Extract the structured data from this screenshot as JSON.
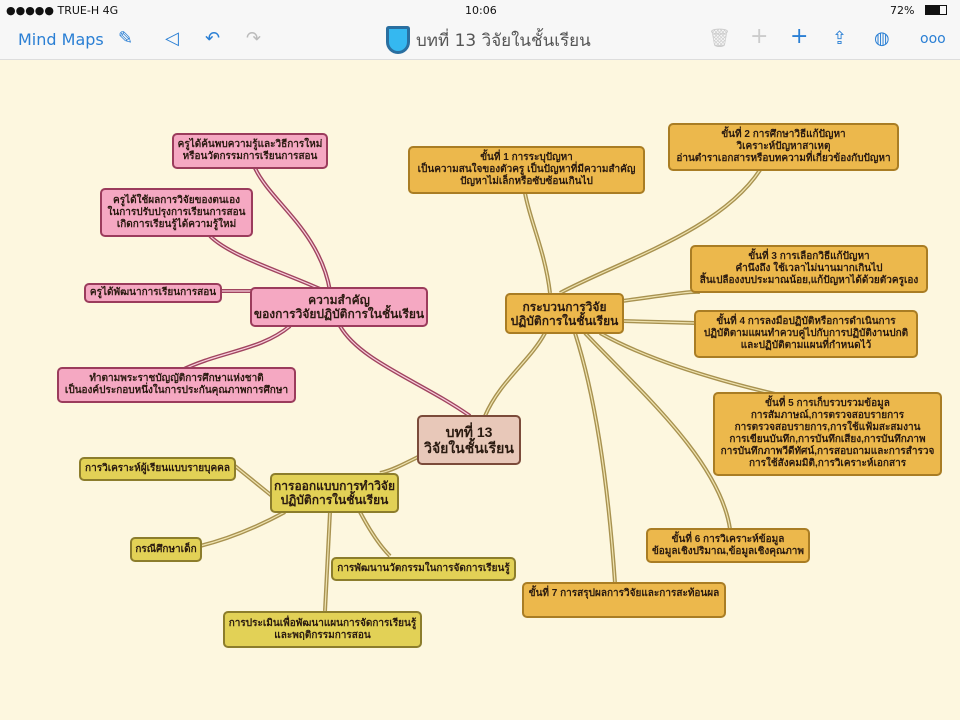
{
  "status": {
    "carrier": "●●●●● TRUE-H  4G",
    "time": "10:06",
    "battery": "72%"
  },
  "toolbar": {
    "back": "Mind Maps",
    "title": "บทที่ 13 วิจัยในชั้นเรียน",
    "icons": [
      "edit-icon",
      "back-triangle-icon",
      "undo-icon",
      "redo-icon",
      "trash-icon",
      "plus-icon",
      "add-child-icon",
      "share-icon",
      "palette-icon",
      "more-icon"
    ]
  },
  "map": {
    "root": [
      "บทที่ 13",
      "วิจัยในชั้นเรียน"
    ],
    "importance": {
      "title": [
        "ความสำคัญ",
        "ของการวิจัยปฏิบัติการในชั้นเรียน"
      ],
      "children": [
        [
          "ครูได้ค้นพบความรู้และวิธีการใหม่",
          "หรือนวัตกรรมการเรียนการสอน"
        ],
        [
          "ครูได้ใช้ผลการวิจัยของตนเอง",
          "ในการปรับปรุงการเรียนการสอน",
          "เกิดการเรียนรู้ได้ความรู้ใหม่"
        ],
        [
          "ครูได้พัฒนาการเรียนการสอน"
        ],
        [
          "ทำตามพระราชบัญญัติการศึกษาแห่งชาติ",
          "เป็นองค์ประกอบหนึ่งในการประกันคุณภาพการศึกษา"
        ]
      ]
    },
    "process": {
      "title": [
        "กระบวนการวิจัย",
        "ปฏิบัติการในชั้นเรียน"
      ],
      "steps": [
        [
          "ขั้นที่ 1 การระบุปัญหา",
          "เป็นความสนใจของตัวครู เป็นปัญหาที่มีความสำคัญ",
          "ปัญหาไม่เล็กหรือซับซ้อนเกินไป"
        ],
        [
          "ขั้นที่ 2 การศึกษาวิธีแก้ปัญหา",
          "วิเคราะห์ปัญหาสาเหตุ",
          "อ่านตำราเอกสารหรือบทความที่เกี่ยวข้องกับปัญหา"
        ],
        [
          "ขั้นที่ 3 การเลือกวิธีแก้ปัญหา",
          "คำนึงถึง ใช้เวลาไม่นานมากเกินไป",
          "สิ้นเปลืองงบประมาณน้อย,แก้ปัญหาได้ด้วยตัวครูเอง"
        ],
        [
          "ขั้นที่ 4 การลงมือปฏิบัติหรือการดำเนินการ",
          "ปฏิบัติตามแผนทำควบคู่ไปกับการปฏิบัติงานปกติ",
          "และปฏิบัติตามแผนที่กำหนดไว้"
        ],
        [
          "ขั้นที่ 5 การเก็บรวบรวมข้อมูล",
          "การสัมภาษณ์,การตรวจสอบรายการ",
          "การตรวจสอบรายการ,การใช้แฟ้มสะสมงาน",
          "การเขียนบันทึก,การบันทึกเสียง,การบันทึกภาพ",
          "การบันทึกภาพวีดีทัศน์,การสอบถามและการสำรวจ",
          "การใช้สังคมมิติ,การวิเคราะห์เอกสาร"
        ],
        [
          "ขั้นที่ 6 การวิเคราะห์ข้อมูล",
          "ข้อมูลเชิงปริมาณ,ข้อมูลเชิงคุณภาพ"
        ],
        [
          "ขั้นที่ 7 การสรุปผลการวิจัยและการสะท้อนผล"
        ]
      ]
    },
    "design": {
      "title": [
        "การออกแบบการทำวิจัย",
        "ปฏิบัติการในชั้นเรียน"
      ],
      "children": [
        [
          "การวิเคราะห์ผู้เรียนแบบรายบุคคล"
        ],
        [
          "กรณีศึกษาเด็ก"
        ],
        [
          "การพัฒนานวัตกรรมในการจัดการเรียนรู้"
        ],
        [
          "การประเมินเพื่อพัฒนาแผนการจัดการเรียนรู้",
          "และพฤติกรรมการสอน"
        ]
      ]
    }
  },
  "colors": {
    "pink": "#f5a8c2",
    "orange": "#ecb84c",
    "yellow": "#e2d156",
    "root": "#e8c8b9",
    "accent": "#2a7fd4"
  }
}
